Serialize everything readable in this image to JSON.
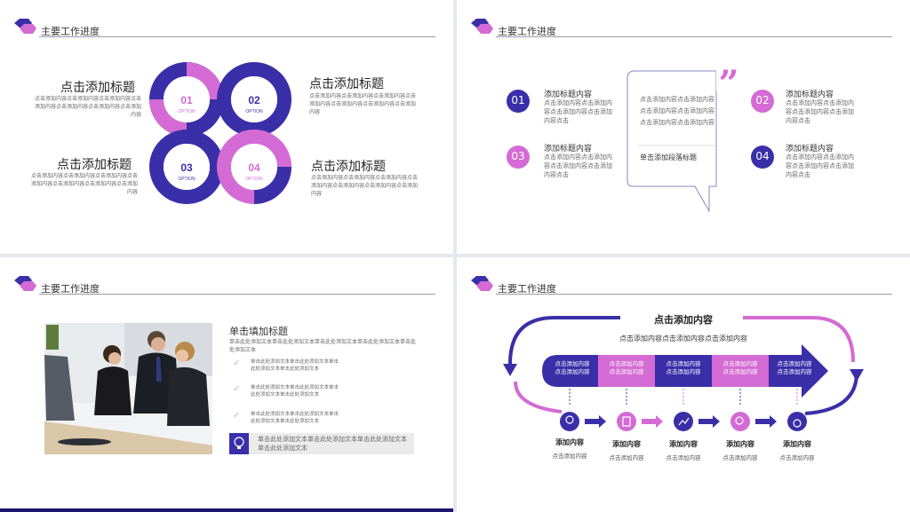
{
  "header_title": "主要工作进度",
  "slide1": {
    "blocks": [
      {
        "title": "点击添加标题",
        "text": "点击添加内容点击添加内容点击添加内容点击添加内容点击添加内容点击添加内容点击添加内容"
      },
      {
        "title": "点击添加标题",
        "text": "点击添加内容点击添加内容点击添加内容点击添加内容点击添加内容点击添加内容点击添加内容"
      },
      {
        "title": "点击添加标题",
        "text": "点击添加内容点击添加内容点击添加内容点击添加内容点击添加内容点击添加内容点击添加内容"
      },
      {
        "title": "点击添加标题",
        "text": "点击添加内容点击添加内容点击添加内容点击添加内容点击添加内容点击添加内容点击添加内容"
      }
    ],
    "rings": [
      {
        "num": "01",
        "option": "OPTION"
      },
      {
        "num": "02",
        "option": "OPTION"
      },
      {
        "num": "03",
        "option": "OPTION"
      },
      {
        "num": "04",
        "option": "OPTION"
      }
    ]
  },
  "slide2": {
    "items": [
      {
        "num": "01",
        "title": "添加标题内容",
        "text": "点击添加内容点击添加内容点击添加内容点击添加内容点击"
      },
      {
        "num": "03",
        "title": "添加标题内容",
        "text": "点击添加内容点击添加内容点击添加内容点击添加内容点击"
      },
      {
        "num": "02",
        "title": "添加标题内容",
        "text": "点击添加内容点击添加内容点击添加内容点击添加内容点击"
      },
      {
        "num": "04",
        "title": "添加标题内容",
        "text": "点击添加内容点击添加内容点击添加内容点击添加内容点击"
      }
    ],
    "quote_text": "点击添加内容点击添加内容点击添加内容点击添加内容点击添加内容点击添加内容",
    "quote_title": "单击添加段落标题"
  },
  "slide3": {
    "title": "单击填加标题",
    "intro": "单击此处添加文本单击此处添加文本单击此处添加文本单击此处添加文本单击此处添加文本",
    "checks": [
      "单击此处添加文本单击此处添加文本单击此处添加文本单击此处添加文本",
      "单击此处添加文本单击此处添加文本单击此处添加文本单击此处添加文本",
      "单击此处添加文本单击此处添加文本单击此处添加文本单击此处添加文本"
    ],
    "callout": "单击此处添加文本单击此处添加文本单击此处添加文本单击此处添加文本"
  },
  "slide4": {
    "title": "点击添加内容",
    "subtitle": "点击添加内容点击添加内容点击添加内容",
    "bar_segments": [
      "点击添加内容",
      "点击添加内容",
      "点击添加内容",
      "点击添加内容",
      "点击添加内容"
    ],
    "bar_segments2": [
      "点击添加内容",
      "点击添加内容",
      "点击添加内容",
      "点击添加内容",
      "点击添加内容"
    ],
    "steps": [
      {
        "icon": "lightbulb-icon",
        "title": "添加内容",
        "text": "点击添加内容"
      },
      {
        "icon": "document-icon",
        "title": "添加内容",
        "text": "点击添加内容"
      },
      {
        "icon": "chart-icon",
        "title": "添加内容",
        "text": "点击添加内容"
      },
      {
        "icon": "search-icon",
        "title": "添加内容",
        "text": "点击添加内容"
      },
      {
        "icon": "medal-icon",
        "title": "添加内容",
        "text": "点击添加内容"
      }
    ]
  },
  "colors": {
    "primary": "#3a2fa8",
    "accent": "#d46bd4"
  }
}
